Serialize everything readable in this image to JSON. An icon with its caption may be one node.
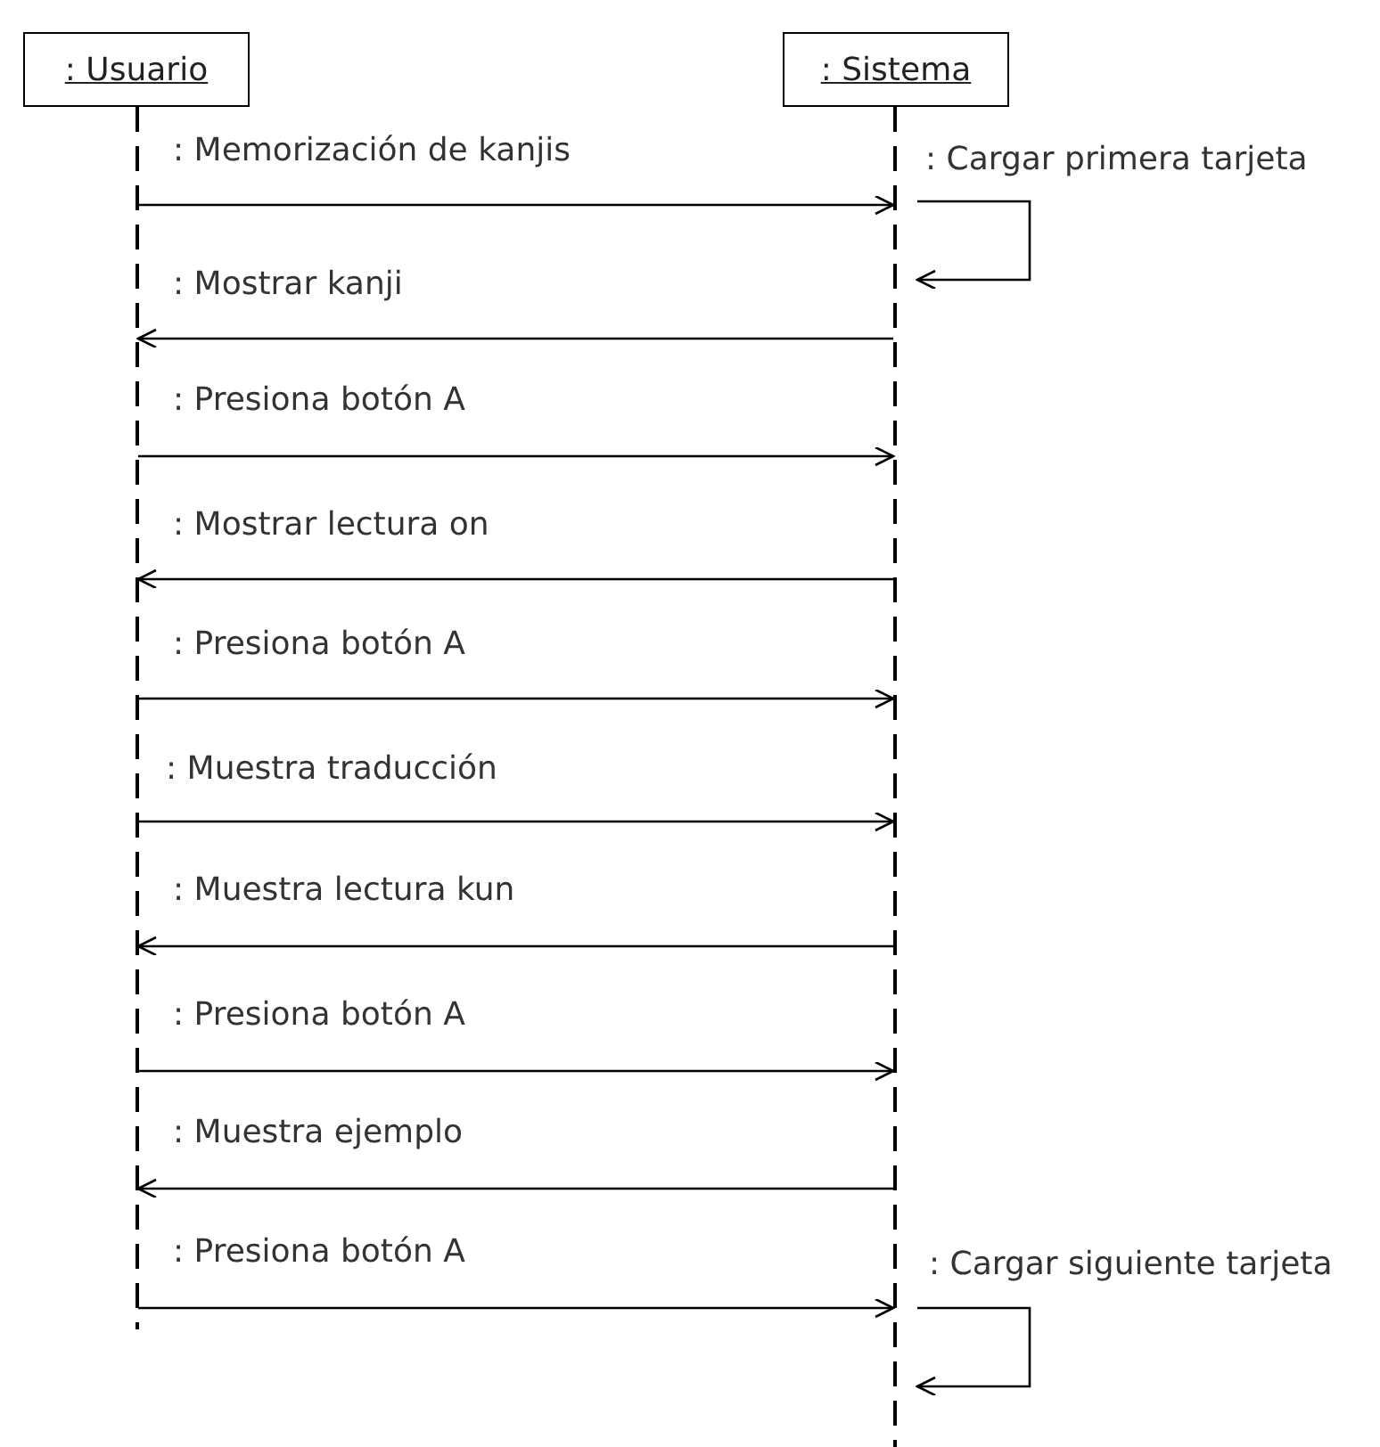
{
  "diagram": {
    "nodes": [
      {
        "text": [
          ": Usuario"
        ]
      },
      {
        "text": [
          ": Sistema"
        ]
      },
      {
        "text": [],
        "shape": "bar"
      },
      {
        "text": [],
        "shape": "bar"
      }
    ],
    "edges": [
      {
        "from": 2,
        "to": 3,
        "arrow": "to",
        "label": ": Memorización de kanjis"
      },
      {
        "from": 3,
        "to": 3,
        "arrow": "to",
        "label": ": Cargar primera tarjeta"
      },
      {
        "from": 3,
        "to": 2,
        "arrow": "to",
        "label": ": Mostrar kanji"
      },
      {
        "from": 2,
        "to": 3,
        "arrow": "to",
        "label": ": Presiona botón A"
      },
      {
        "from": 3,
        "to": 2,
        "arrow": "to",
        "label": ": Mostrar lectura on"
      },
      {
        "from": 2,
        "to": 3,
        "arrow": "to",
        "label": ": Presiona botón A"
      },
      {
        "from": 2,
        "to": 3,
        "arrow": "to",
        "label": ": Muestra traducción"
      },
      {
        "from": 3,
        "to": 2,
        "arrow": "to",
        "label": ": Muestra lectura kun"
      },
      {
        "from": 2,
        "to": 3,
        "arrow": "to",
        "label": ": Presiona botón A"
      },
      {
        "from": 3,
        "to": 2,
        "arrow": "to",
        "label": ": Muestra ejemplo"
      },
      {
        "from": 2,
        "to": 3,
        "arrow": "to",
        "label": ": Presiona botón A"
      },
      {
        "from": 3,
        "to": 3,
        "arrow": "to",
        "label": ": Cargar siguiente tarjeta"
      }
    ]
  }
}
